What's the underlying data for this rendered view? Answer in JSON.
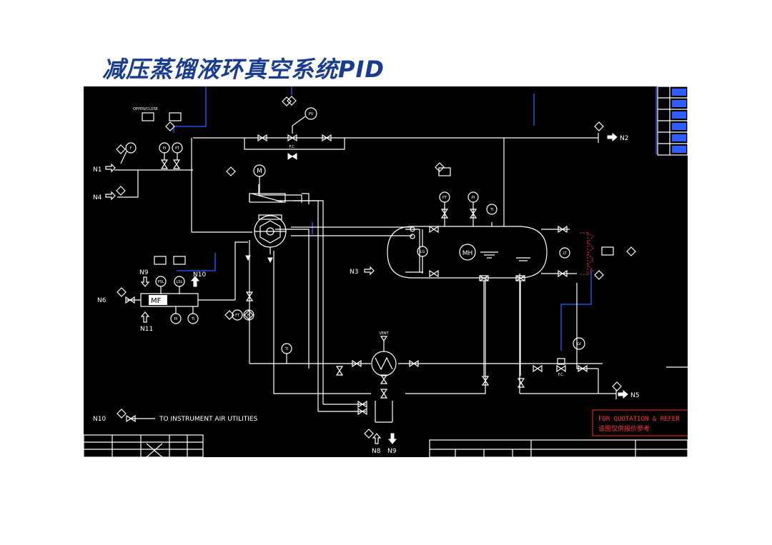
{
  "title": "减压蒸馏液环真空系统PID",
  "diagram": {
    "nozzles": {
      "n1": "N1",
      "n2": "N2",
      "n3": "N3",
      "n4": "N4",
      "n5": "N5",
      "n6": "N6",
      "n8": "N8",
      "n9_top": "N9",
      "n9_bottom": "N9",
      "n10": "N10",
      "n10_bottom": "N10",
      "n11": "N11"
    },
    "instruments": {
      "open_close": "OPPEN/CLOSE",
      "pv": "PV",
      "fc_top": "F.C.",
      "f": "F",
      "pi": "PI",
      "pt": "PT",
      "m": "M",
      "mh": "MH",
      "lg": "LG",
      "lt": "LT",
      "ti": "TI",
      "psl": "PSL",
      "lsl": "LSL",
      "mf": "MF",
      "fi": "FI",
      "ft": "FT",
      "vent": "VENT",
      "lv": "LV",
      "fc_bottom": "F.C."
    },
    "air_note": "TO INSTRUMENT AIR UTILITIES",
    "quotation_note": {
      "line1": "FOR QUOTATION & REFER",
      "line2": "该图仅供报价参考"
    }
  },
  "colors": {
    "title": "#1a3c8f",
    "line": "#ffffff",
    "signal": "#2d5cff",
    "note": "#ff2a2a",
    "background": "#000000"
  }
}
